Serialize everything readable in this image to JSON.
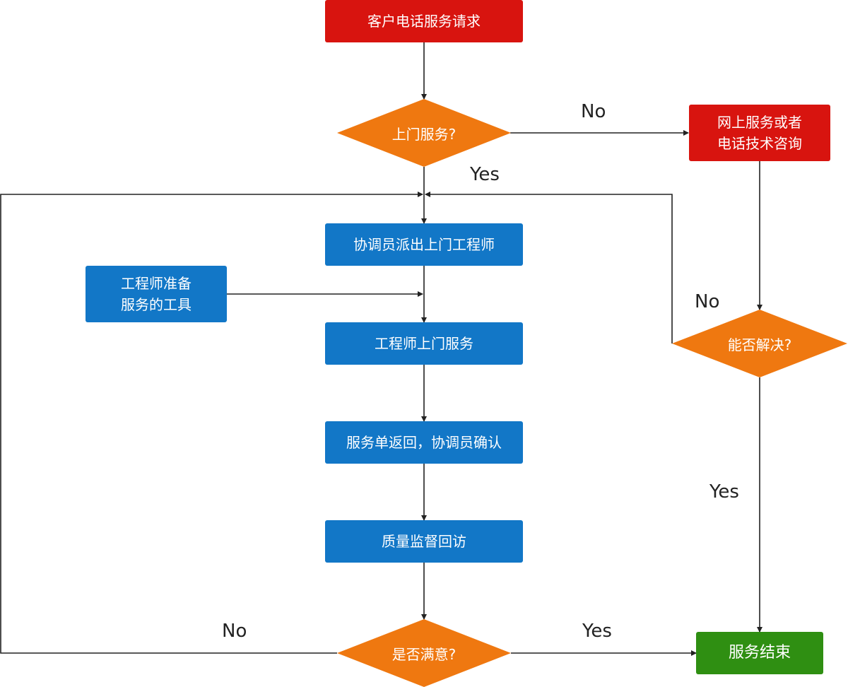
{
  "nodes": {
    "request": "客户电话服务请求",
    "onsite_q": "上门服务?",
    "online": "网上服务或者\n电话技术咨询",
    "dispatch": "协调员派出上门工程师",
    "prepare": "工程师准备\n服务的工具",
    "visit": "工程师上门服务",
    "return_confirm": "服务单返回，协调员确认",
    "quality": "质量监督回访",
    "satisfied_q": "是否满意?",
    "resolved_q": "能否解决?",
    "end": "服务结束"
  },
  "edge_labels": {
    "onsite_no": "No",
    "onsite_yes": "Yes",
    "resolved_no": "No",
    "resolved_yes": "Yes",
    "satisfied_no": "No",
    "satisfied_yes": "Yes"
  },
  "colors": {
    "start": "#d8140f",
    "process": "#1277c7",
    "decision": "#ef7810",
    "end": "#2f8f12",
    "line": "#222222"
  }
}
